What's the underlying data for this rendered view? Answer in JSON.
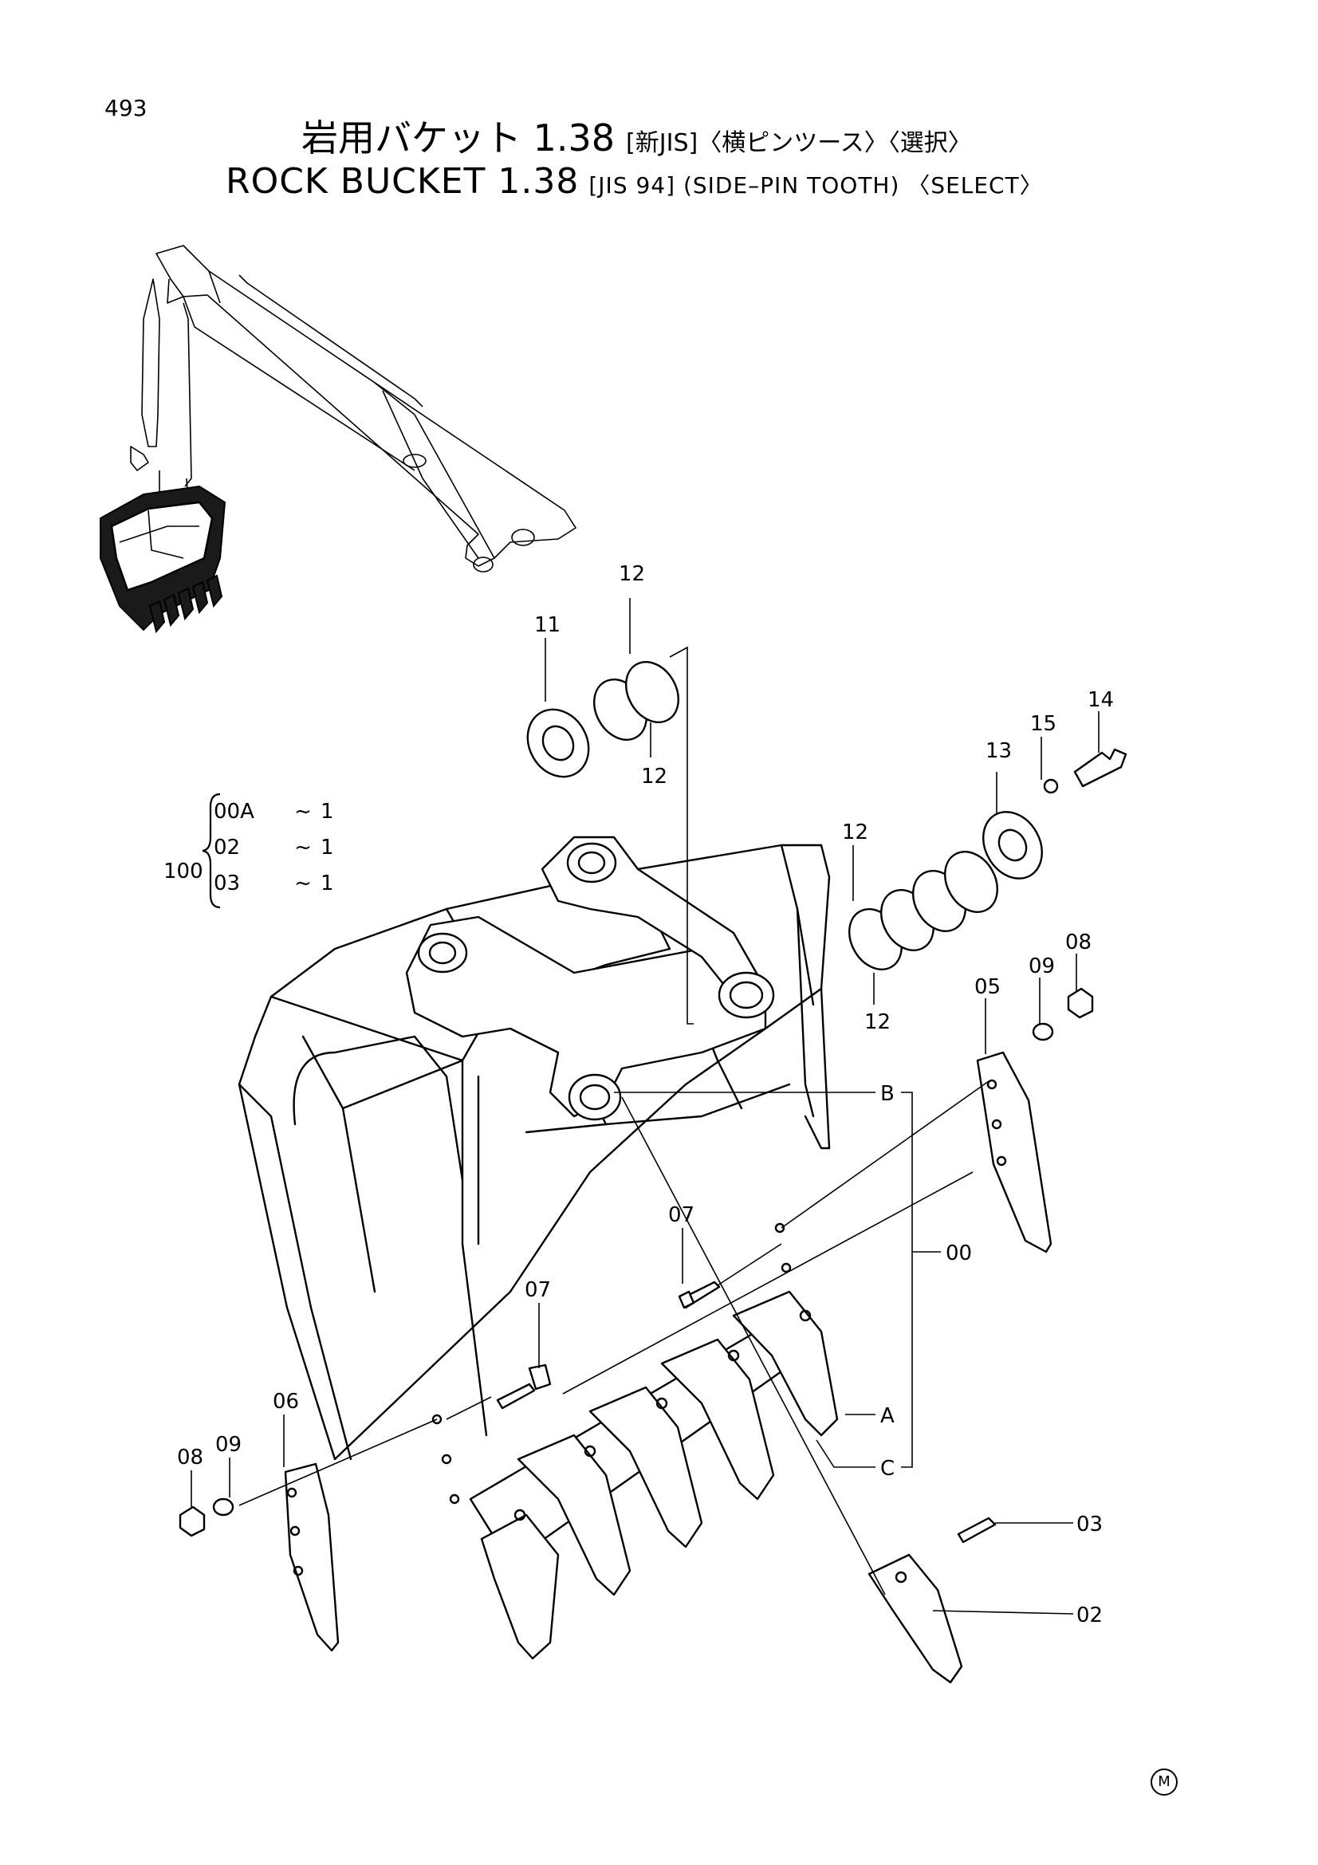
{
  "page_number": "493",
  "title_jp": {
    "main": "岩用バケット 1.38",
    "sub": "[新JIS]〈横ピンツース〉〈選択〉"
  },
  "title_en": {
    "main": "ROCK  BUCKET  1.38",
    "sub": "[JIS 94]  (SIDE–PIN  TOOTH) 〈SELECT〉"
  },
  "selection": {
    "code": "100",
    "items": [
      {
        "part": "00A",
        "tilde": "~",
        "qty": "1"
      },
      {
        "part": "02",
        "tilde": "~",
        "qty": "1"
      },
      {
        "part": "03",
        "tilde": "~",
        "qty": "1"
      }
    ]
  },
  "callouts": {
    "c11": "11",
    "c12a": "12",
    "c12b": "12",
    "c12c": "12",
    "c12d": "12",
    "c13": "13",
    "c14": "14",
    "c15": "15",
    "c08a": "08",
    "c09a": "09",
    "c05": "05",
    "cB": "B",
    "c00": "00",
    "c07a": "07",
    "c07b": "07",
    "cA": "A",
    "cC": "C",
    "c06": "06",
    "c08b": "08",
    "c09b": "09",
    "c03": "03",
    "c02": "02"
  },
  "maker_mark": "M"
}
